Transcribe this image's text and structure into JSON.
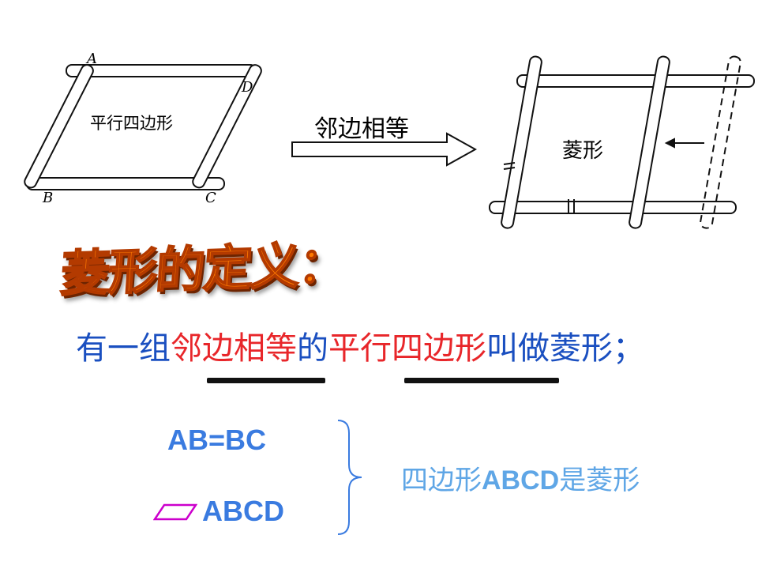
{
  "figure_left": {
    "label": "平行四边形",
    "vertices": {
      "a": "A",
      "b": "B",
      "c": "C",
      "d": "D"
    }
  },
  "arrow": {
    "label": "邻边相等"
  },
  "figure_right": {
    "label": "菱形"
  },
  "heading": "菱形的定义：",
  "definition": {
    "part1": "有一组",
    "part2": "邻边相等",
    "part3": "的",
    "part4": "平行四边形",
    "part5": "叫做菱形；"
  },
  "conditions": {
    "line1": "AB=BC",
    "line2": "ABCD"
  },
  "conclusion": {
    "part1": "四边形",
    "part2": "ABCD",
    "part3": "是菱形"
  },
  "colors": {
    "blue": "#1a4fc0",
    "red": "#e8262a",
    "orange": "#ff7a00",
    "light_blue": "#3a7be0",
    "magenta": "#cc00cc"
  }
}
